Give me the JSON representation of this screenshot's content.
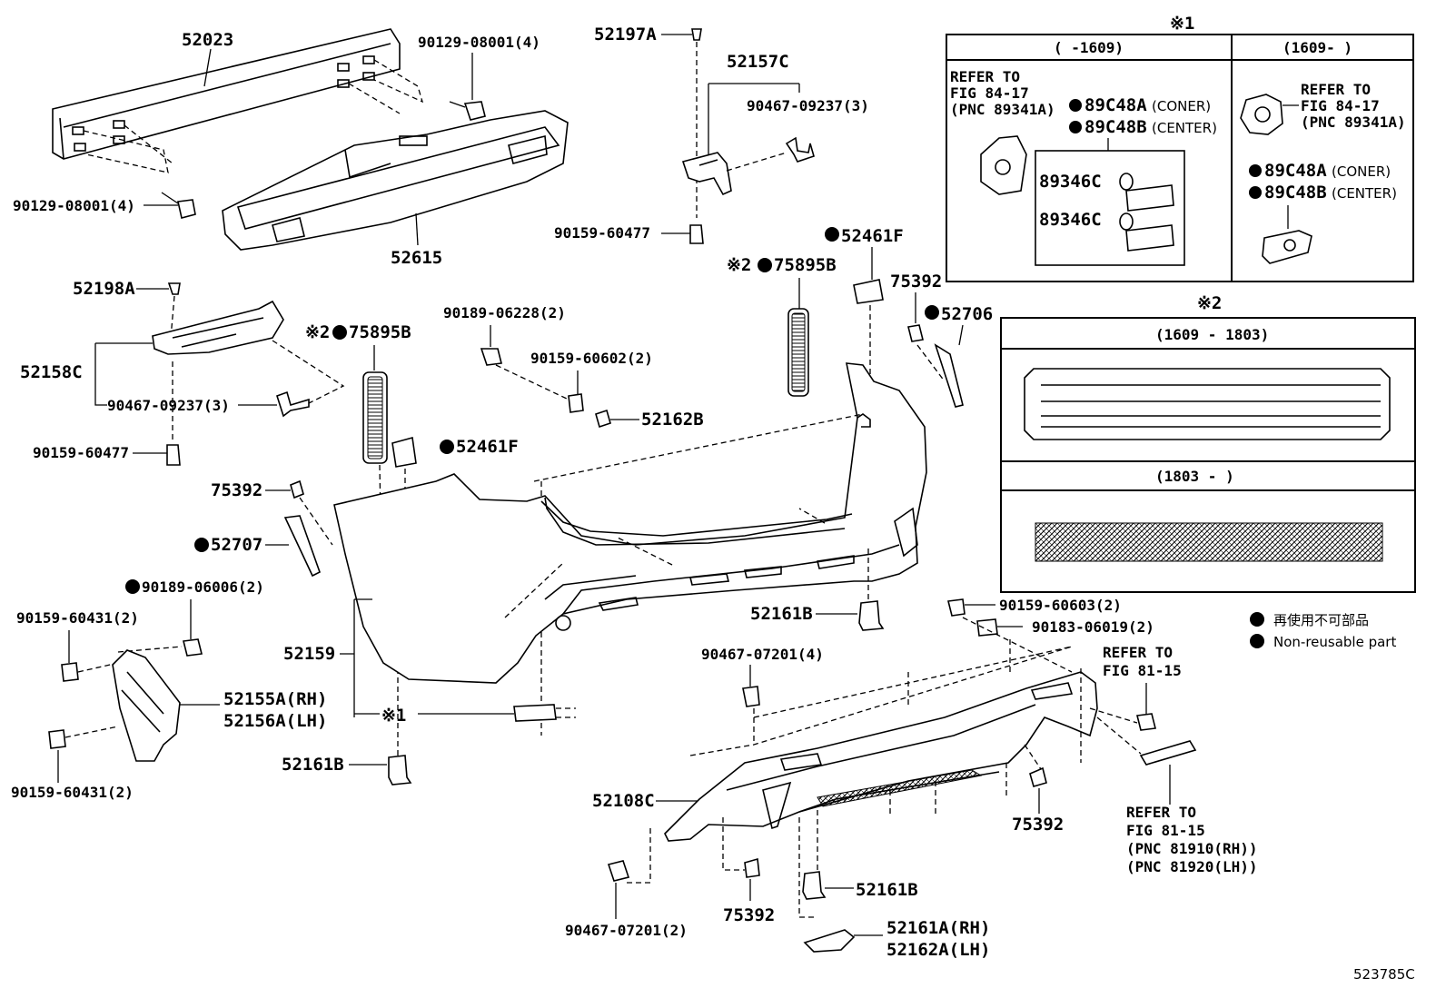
{
  "labels": {
    "p52023": "52023",
    "p90129_top": "90129-08001(4)",
    "p90129_left": "90129-08001(4)",
    "p52615": "52615",
    "p52197A": "52197A",
    "p52157C": "52157C",
    "p90467_09237_top": "90467-09237(3)",
    "p90159_60477_top": "90159-60477",
    "p52198A": "52198A",
    "p52158C": "52158C",
    "p90467_09237_left": "90467-09237(3)",
    "p90159_60477_left": "90159-60477",
    "p75895B_left": "75895B",
    "p75895B_mid": "75895B",
    "p90189_06228": "90189-06228(2)",
    "p90159_60602": "90159-60602(2)",
    "p52162B": "52162B",
    "p52461F_left": "52461F",
    "p52461F_top": "52461F",
    "p75392_left": "75392",
    "p75392_top": "75392",
    "p52706": "52706",
    "p52707": "52707",
    "p90189_06006": "90189-06006(2)",
    "p90159_60431_top": "90159-60431(2)",
    "p90159_60431_bot": "90159-60431(2)",
    "p52155A": "52155A(RH)",
    "p52156A": "52156A(LH)",
    "p52159": "52159",
    "p52161B_left": "52161B",
    "p52161B_mid": "52161B",
    "p52161B_bot": "52161B",
    "p52108C": "52108C",
    "p90467_07201_top": "90467-07201(4)",
    "p90467_07201_bot": "90467-07201(2)",
    "p75392_bot": "75392",
    "p75392_right": "75392",
    "p52161A": "52161A(RH)",
    "p52162A": "52162A(LH)",
    "p90159_60603": "90159-60603(2)",
    "p90183_06019": "90183-06019(2)",
    "refer_8115_a1": "REFER TO",
    "refer_8115_a2": "FIG 81-15",
    "refer_8115_b1": "REFER TO",
    "refer_8115_b2": "FIG 81-15",
    "refer_8115_b3": "(PNC 81910(RH))",
    "refer_8115_b4": "(PNC 81920(LH))",
    "note_mark1": "※1",
    "note_mark2": "※2",
    "mark_x1": "※1",
    "mark_x2a": "※2",
    "mark_x2b": "※2",
    "drawing_no": "523785C"
  },
  "box1": {
    "title": "※1",
    "col1_header": "(      -1609)",
    "col2_header": "(1609-      )",
    "refer1_1": "REFER TO",
    "refer1_2": "FIG 84-17",
    "refer1_3": "(PNC 89341A)",
    "p89C48A_1": "89C48A",
    "p89C48A_1_note": "(CONER)",
    "p89C48B_1": "89C48B",
    "p89C48B_1_note": "(CENTER)",
    "p89346C_a": "89346C",
    "p89346C_b": "89346C",
    "refer2_1": "REFER TO",
    "refer2_2": "FIG 84-17",
    "refer2_3": "(PNC 89341A)",
    "p89C48A_2": "89C48A",
    "p89C48A_2_note": "(CONER)",
    "p89C48B_2": "89C48B",
    "p89C48B_2_note": "(CENTER)"
  },
  "box2": {
    "title": "※2",
    "row1_header": "(1609 - 1803)",
    "row2_header": "(1803 -      )"
  },
  "legend": {
    "jp": "再使用不可部品",
    "en": "Non-reusable part"
  }
}
